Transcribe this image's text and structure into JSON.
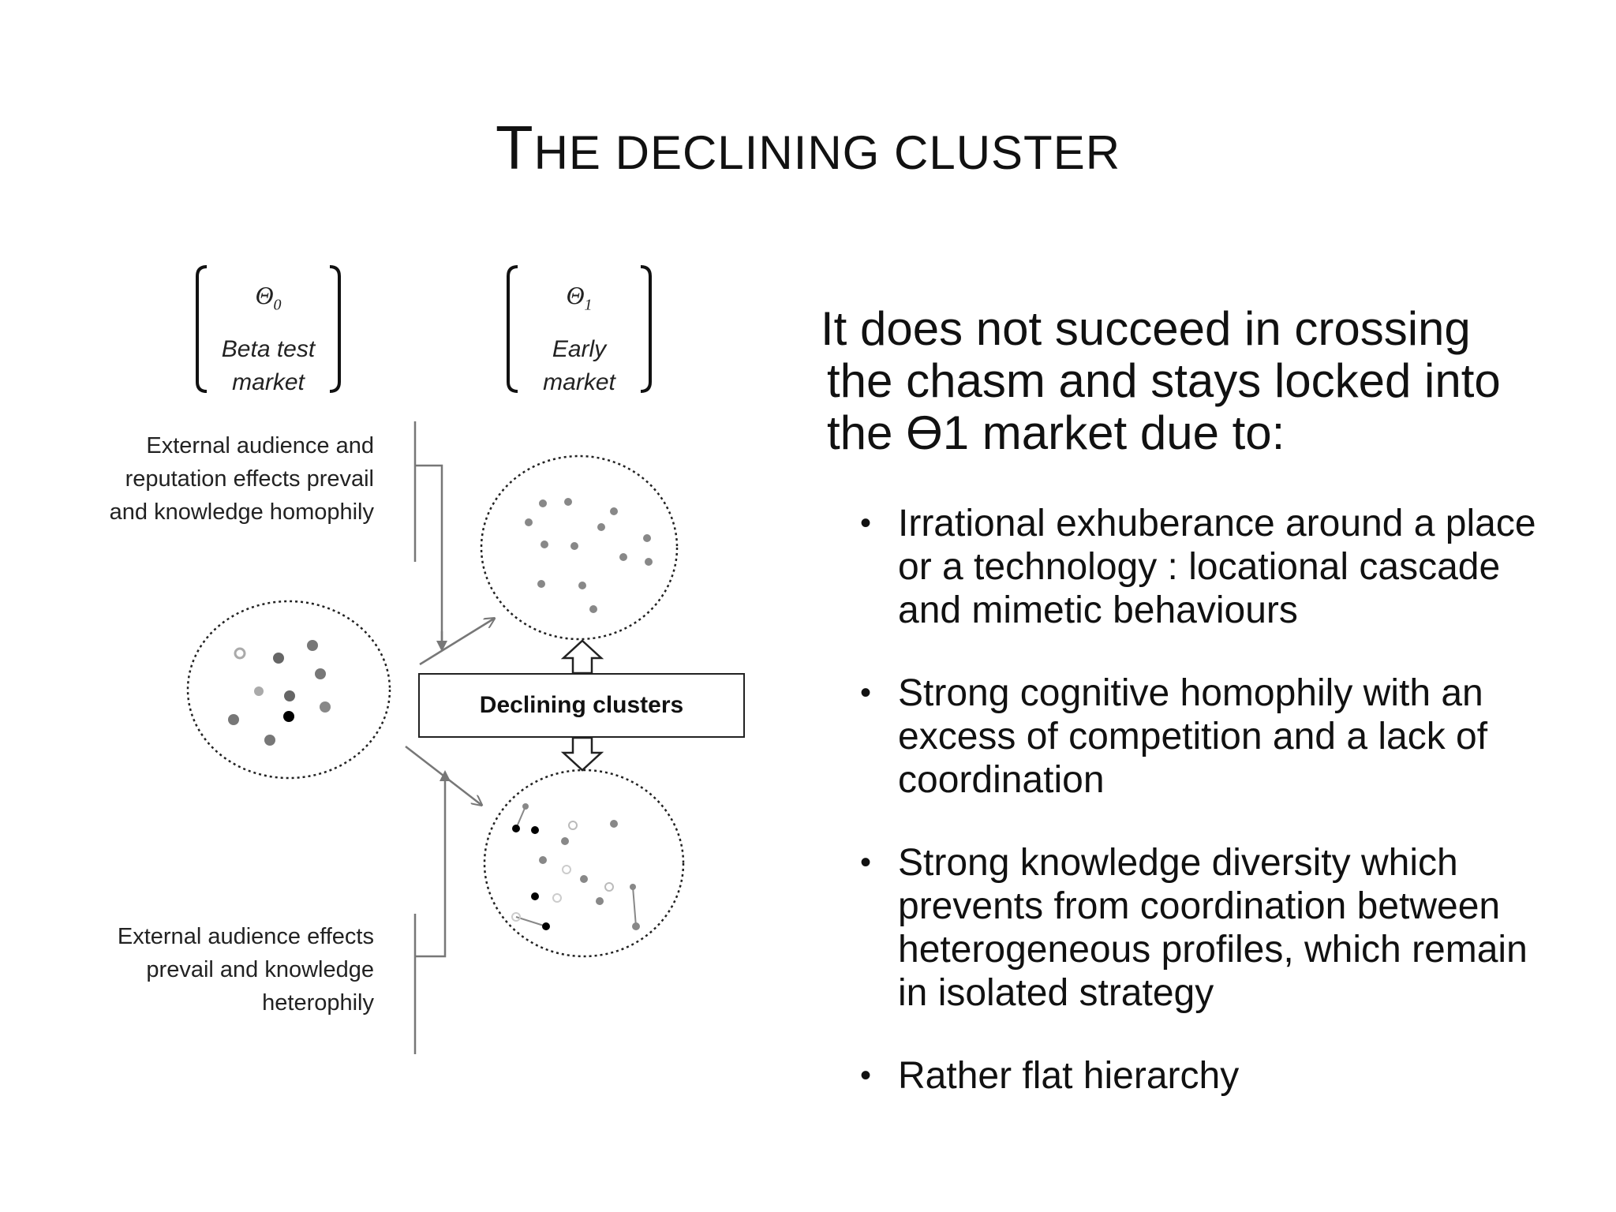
{
  "title": {
    "cap": "T",
    "rest": "HE DECLINING CLUSTER"
  },
  "diagram": {
    "theta0": {
      "symbol": "Θ",
      "sub": "0",
      "label_line1": "Beta test",
      "label_line2": "market"
    },
    "theta1": {
      "symbol": "Θ",
      "sub": "1",
      "label_line1": "Early",
      "label_line2": "market"
    },
    "note_top": [
      "External audience and",
      "reputation effects prevail",
      "and knowledge homophily"
    ],
    "note_bottom": [
      "External audience effects",
      "prevail and knowledge",
      "heterophily"
    ],
    "center_box": "Declining clusters"
  },
  "intro": {
    "line1": "It does not succeed in crossing",
    "line2": "the chasm and stays locked into",
    "line3": "the Ɵ1 market due to:"
  },
  "bullets": [
    {
      "marker": "•",
      "text": "Irrational exhuberance around a place or a technology : locational cascade and mimetic behaviours"
    },
    {
      "marker": "•",
      "text": "Strong cognitive homophily with an excess of competition and a lack of coordination"
    },
    {
      "marker": "•",
      "text": "Strong knowledge diversity which prevents from coordination between heterogeneous profiles, which remain in isolated strategy"
    },
    {
      "marker": "•",
      "text": "Rather flat hierarchy"
    }
  ],
  "colors": {
    "text": "#111111",
    "lines": "#777777",
    "circle": "#222222"
  }
}
